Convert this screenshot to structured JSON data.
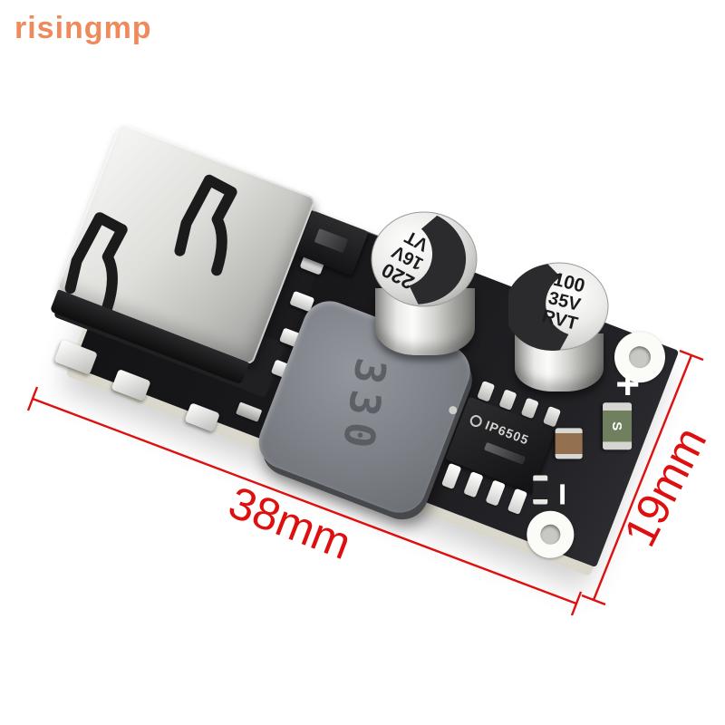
{
  "watermark": {
    "text": "risingmp",
    "color": "#ee8a5c"
  },
  "annotations": {
    "width_label": "38mm",
    "height_label": "19mm",
    "line_color": "#dd0f0f"
  },
  "module": {
    "pcb_color": "#1a1a1d",
    "polarity": {
      "positive": "+",
      "negative": "−"
    },
    "components": {
      "capacitor_large": {
        "line1": "220",
        "line2": "16V",
        "line3": "VT"
      },
      "capacitor_small": {
        "line1": "100",
        "line2": "35V",
        "line3": "RVT"
      },
      "inductor_marking": "330",
      "ic_marking": "IP6505",
      "diode_marking": "S"
    }
  }
}
